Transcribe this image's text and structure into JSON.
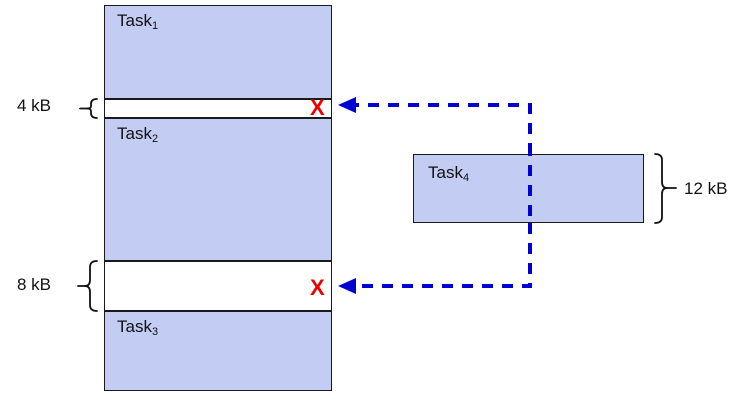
{
  "diagram": {
    "title": "Memory allocation fragmentation diagram",
    "colors": {
      "block_fill": "#c3cdf4",
      "block_border": "#1a1a1a",
      "arrow": "#0000d0",
      "reject_mark": "#ee0000",
      "background": "#ffffff",
      "text": "#111111"
    },
    "memory_column": {
      "blocks": [
        {
          "id": "task1",
          "label": "Task",
          "subscript": "1",
          "state": "used",
          "size_label": ""
        },
        {
          "id": "free-4kb",
          "label": "",
          "subscript": "",
          "state": "free",
          "size_label": "4 kB"
        },
        {
          "id": "task2",
          "label": "Task",
          "subscript": "2",
          "state": "used",
          "size_label": ""
        },
        {
          "id": "free-8kb",
          "label": "",
          "subscript": "",
          "state": "free",
          "size_label": "8 kB"
        },
        {
          "id": "task3",
          "label": "Task",
          "subscript": "3",
          "state": "used",
          "size_label": ""
        }
      ]
    },
    "incoming_task": {
      "label": "Task",
      "subscript": "4",
      "size_label": "12 kB"
    },
    "reject_marks": {
      "glyph": "X",
      "count": 2,
      "meaning": "does-not-fit"
    },
    "arrows": [
      {
        "id": "arrow-to-4kb-gap",
        "direction": "left",
        "style": "dashed",
        "target": "free-4kb"
      },
      {
        "id": "arrow-to-8kb-gap",
        "direction": "left",
        "style": "dashed",
        "target": "free-8kb"
      }
    ]
  }
}
